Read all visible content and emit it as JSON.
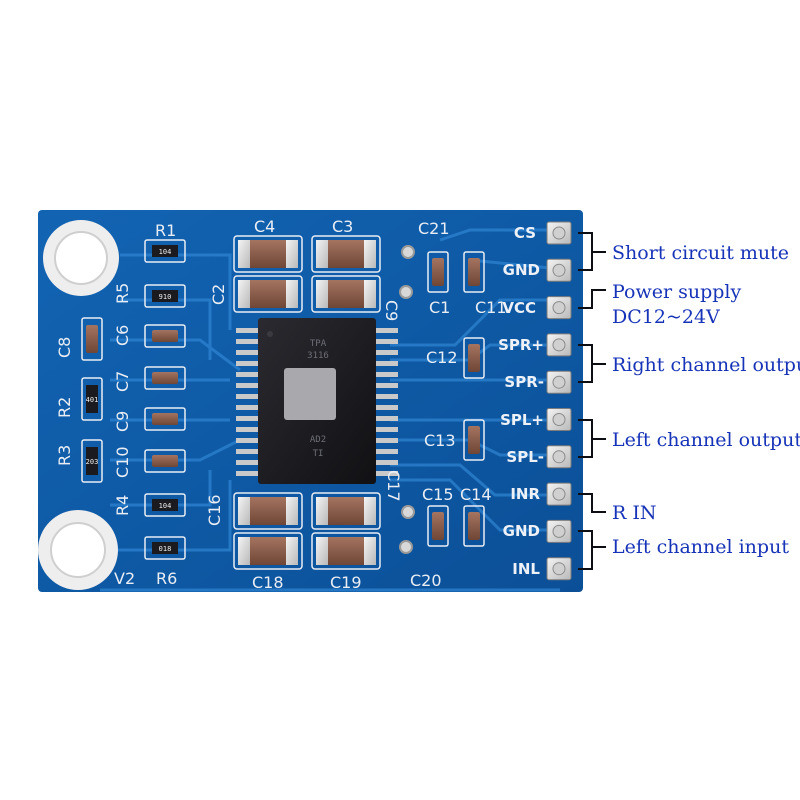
{
  "board": {
    "colors": {
      "pcb": "#0f5fae",
      "pcb_dark": "#0a4d93",
      "trace": "#2c82cf",
      "silkscreen": "#e9eef5",
      "annotation": "#1733b8"
    },
    "refdes": [
      "R1",
      "R5",
      "C4",
      "C3",
      "C21",
      "C2",
      "C1",
      "C11",
      "C9",
      "C8",
      "C6",
      "C7",
      "R2",
      "R3",
      "C10",
      "R4",
      "C12",
      "C13",
      "C16",
      "C15",
      "C14",
      "C17",
      "C18",
      "C19",
      "C20",
      "V2",
      "R6"
    ],
    "resistor_codes": [
      "104",
      "910",
      "401",
      "203",
      "104",
      "018"
    ],
    "pins": [
      "CS",
      "GND",
      "VCC",
      "SPR+",
      "SPR-",
      "SPL+",
      "SPL-",
      "INR",
      "GND",
      "INL"
    ],
    "chip_marking": [
      "TPA",
      "3116",
      "AD2",
      "TI"
    ]
  },
  "annotations": {
    "short_circuit_mute": "Short circuit mute",
    "power_supply_line1": "Power supply",
    "power_supply_line2": "DC12~24V",
    "right_channel_output": "Right channel output",
    "left_channel_output": "Left channel output",
    "r_in": "R IN",
    "left_channel_input": "Left channel input"
  }
}
